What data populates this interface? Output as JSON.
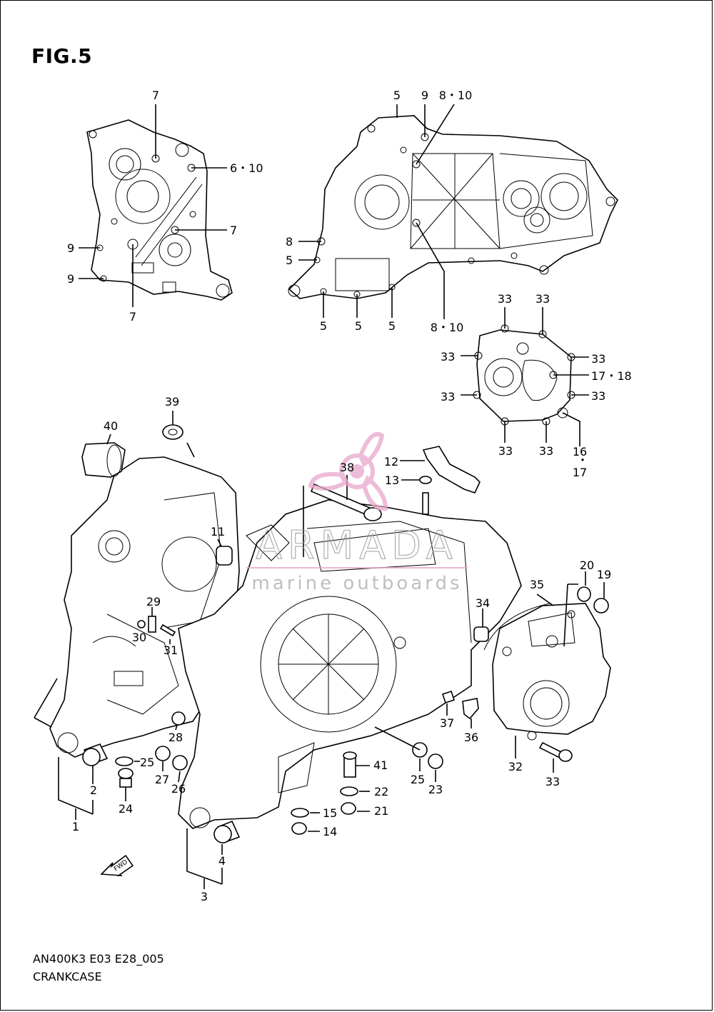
{
  "figure": {
    "title": "FIG.5",
    "code": "AN400K3 E03 E28_005",
    "name": "CRANKCASE"
  },
  "watermark": {
    "brand": "ARMADA",
    "tagline": "marine outboards",
    "color_pink": "#e8a6cc",
    "color_gray": "#b0b0b0"
  },
  "callouts": {
    "c7a": "7",
    "c6_10": "6・10",
    "c7b": "7",
    "c9a": "9",
    "c9b": "9",
    "c7c": "7",
    "c5a": "5",
    "c9c": "9",
    "c8_10a": "8・10",
    "c8": "8",
    "c5b": "5",
    "c5c": "5",
    "c5d": "5",
    "c5e": "5",
    "c8_10b": "8・10",
    "c33a": "33",
    "c33b": "33",
    "c33c": "33",
    "c33d": "33",
    "c17_18": "17・18",
    "c33e": "33",
    "c33f": "33",
    "c33g": "33",
    "c33h": "33",
    "c16": "16",
    "c16dot": "・",
    "c17": "17",
    "c39": "39",
    "c40": "40",
    "c11": "11",
    "c12": "12",
    "c13": "13",
    "c38": "38",
    "c29": "29",
    "c30": "30",
    "c31": "31",
    "c34": "34",
    "c35": "35",
    "c20": "20",
    "c19": "19",
    "c37": "37",
    "c36": "36",
    "c28": "28",
    "c25a": "25",
    "c27": "27",
    "c26": "26",
    "c2": "2",
    "c24": "24",
    "c1": "1",
    "c41": "41",
    "c22": "22",
    "c25b": "25",
    "c23": "23",
    "c15": "15",
    "c21": "21",
    "c14": "14",
    "c32": "32",
    "c33i": "33",
    "c4": "4",
    "c3": "3",
    "fwd": "FWD"
  }
}
